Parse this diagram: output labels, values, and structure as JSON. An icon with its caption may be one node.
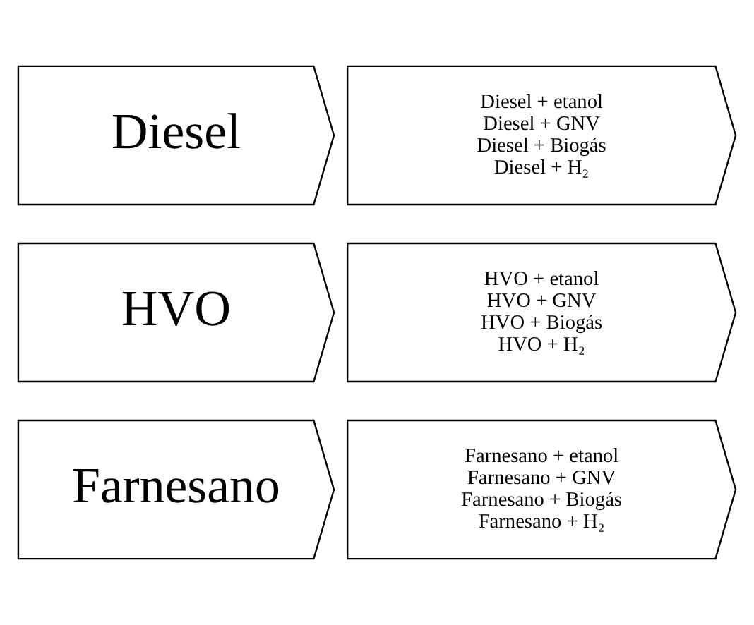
{
  "diagram": {
    "nodes": [
      {
        "text": [
          "Diesel"
        ]
      },
      {
        "text": [
          "Diesel + etanol",
          "Diesel + GNV",
          "Diesel + Biogás",
          "Diesel + H₂"
        ]
      },
      {
        "text": [
          "HVO"
        ]
      },
      {
        "text": [
          "HVO + etanol",
          "HVO + GNV",
          "HVO + Biogás",
          "HVO + H₂"
        ]
      },
      {
        "text": [
          "Farnesano"
        ]
      },
      {
        "text": [
          "Farnesano + etanol",
          "Farnesano + GNV",
          "Farnesano + Biogás",
          "Farnesano + H₂"
        ]
      }
    ]
  }
}
